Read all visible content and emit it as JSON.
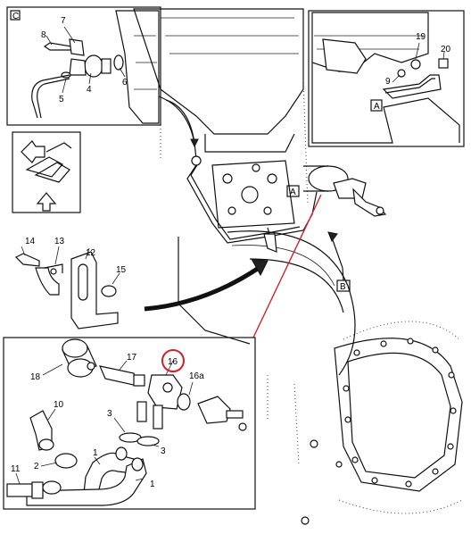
{
  "inset_c": {
    "tag": "C",
    "labels": [
      "7",
      "8",
      "4",
      "5",
      "6"
    ]
  },
  "inset_a": {
    "tag": "A",
    "labels": [
      "19",
      "20",
      "9"
    ]
  },
  "callouts": {
    "a": "A",
    "b": "B"
  },
  "main": {
    "labels": [
      "14",
      "13",
      "12",
      "15"
    ]
  },
  "inset_detail": {
    "labels": [
      "18",
      "17",
      "16",
      "16a",
      "10",
      "3",
      "3",
      "1",
      "1",
      "2",
      "11"
    ],
    "highlight": "16",
    "highlight_color": "#d0202a"
  },
  "colors": {
    "line": "#111111",
    "highlight": "#d0202a",
    "background": "#ffffff"
  }
}
